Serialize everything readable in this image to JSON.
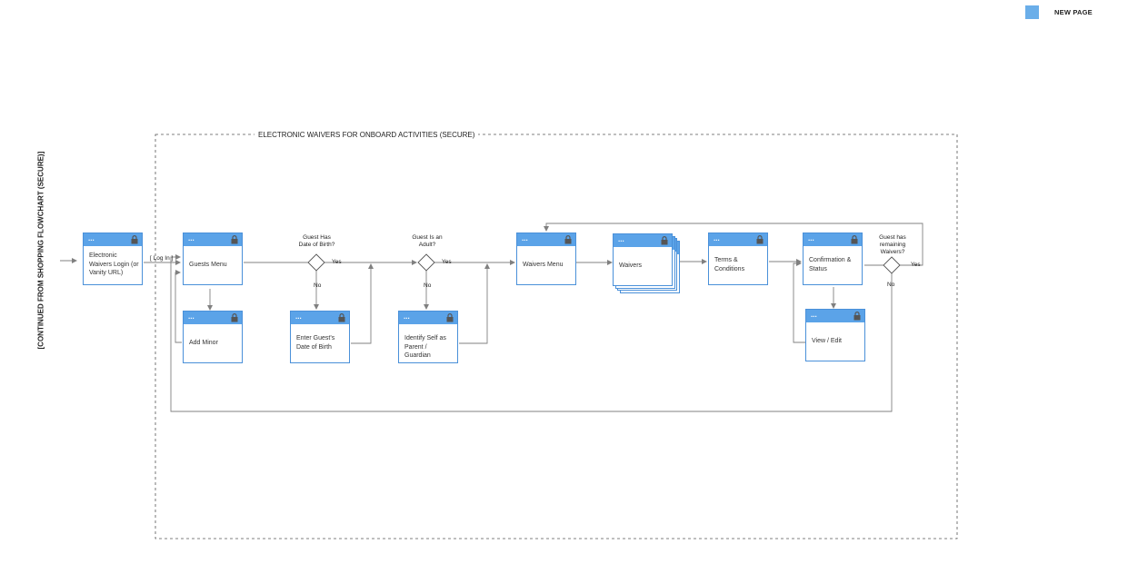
{
  "legend": {
    "color": "#6aaee9",
    "label": "NEW PAGE"
  },
  "side_title": "[CONTINUED FROM SHOPPING FLOWCHART (SECURE)]",
  "frame_title": "ELECTRONIC WAIVERS FOR ONBOARD ACTIVITIES (SECURE)",
  "page_bar_text": "...",
  "nodes": {
    "login": "Electronic Waivers Login (or Vanity URL)",
    "guests_menu": "Guests Menu",
    "add_minor": "Add Minor",
    "enter_dob": "Enter Guest's Date of Birth",
    "identify_self": "Identify Self as Parent / Guardian",
    "waivers_menu": "Waivers Menu",
    "waivers": "Waivers",
    "terms": "Terms & Conditions",
    "confirmation": "Confirmation & Status",
    "view_edit": "View / Edit"
  },
  "decisions": {
    "has_dob": "Guest Has Date of Birth?",
    "is_adult": "Guest Is an Adult?",
    "remaining": "Guest has remaining Waivers?"
  },
  "edge_labels": {
    "log_in": "[ Log In ]",
    "yes": "Yes",
    "no": "No"
  },
  "colors": {
    "accent": "#5ba3e8",
    "border": "#4a90d9",
    "line": "#808080"
  }
}
